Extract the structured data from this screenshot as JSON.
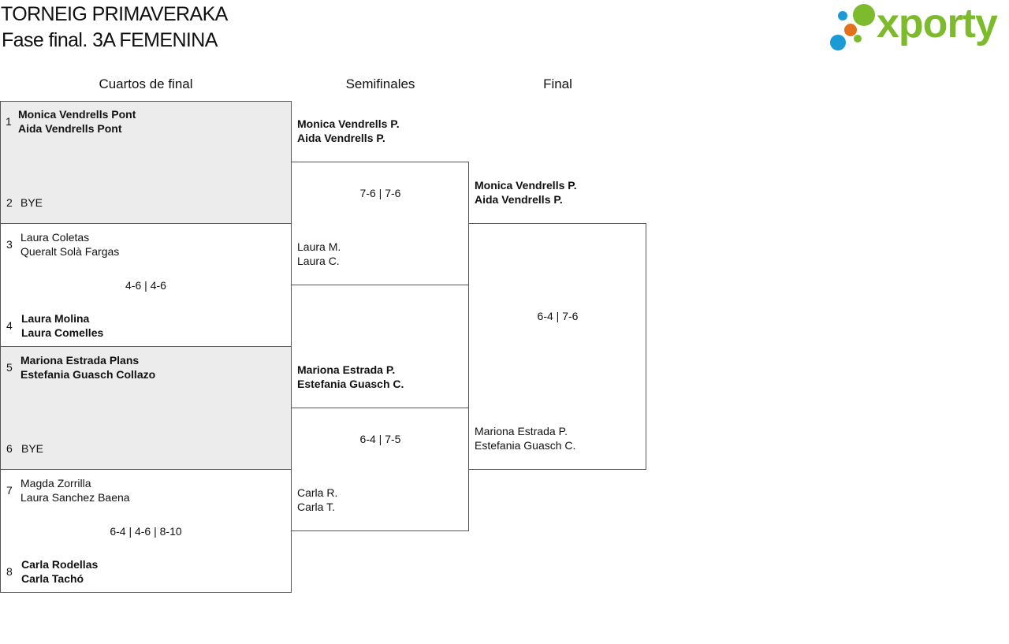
{
  "header": {
    "title": "TORNEIG PRIMAVERAKA",
    "subtitle": "Fase final. 3A FEMENINA",
    "logo_text": "xporty",
    "logo_colors": {
      "green": "#7dbb2d",
      "blue": "#1a9ad6",
      "orange": "#e2701c"
    }
  },
  "rounds": {
    "quarterfinals": "Cuartos de final",
    "semifinals": "Semifinales",
    "final": "Final"
  },
  "quarterfinals": [
    {
      "shaded": true,
      "seed_a": "1",
      "team_a": [
        "Monica Vendrells Pont",
        "Aida Vendrells Pont"
      ],
      "winner": "a",
      "seed_b": "2",
      "team_b": [
        "BYE"
      ],
      "score": ""
    },
    {
      "shaded": false,
      "seed_a": "3",
      "team_a": [
        "Laura Coletas",
        "Queralt Solà Fargas"
      ],
      "seed_b": "4",
      "team_b": [
        "Laura Molina",
        "Laura Comelles"
      ],
      "winner": "b",
      "score": "4-6 | 4-6"
    },
    {
      "shaded": true,
      "seed_a": "5",
      "team_a": [
        "Mariona Estrada Plans",
        "Estefania Guasch Collazo"
      ],
      "winner": "a",
      "seed_b": "6",
      "team_b": [
        "BYE"
      ],
      "score": ""
    },
    {
      "shaded": false,
      "seed_a": "7",
      "team_a": [
        "Magda Zorrilla",
        "Laura Sanchez Baena"
      ],
      "seed_b": "8",
      "team_b": [
        "Carla Rodellas",
        "Carla Tachó"
      ],
      "winner": "b",
      "score": "6-4 | 4-6 | 8-10"
    }
  ],
  "semifinals": [
    {
      "team_a": [
        "Monica Vendrells P.",
        "Aida Vendrells P."
      ],
      "winner": "a",
      "team_b": [
        "Laura M.",
        "Laura C."
      ],
      "score": "7-6 | 7-6"
    },
    {
      "team_a": [
        "Mariona Estrada P.",
        "Estefania Guasch C."
      ],
      "winner": "a",
      "team_b": [
        "Carla R.",
        "Carla T."
      ],
      "score": "6-4 | 7-5"
    }
  ],
  "final": {
    "team_a": [
      "Monica Vendrells P.",
      "Aida Vendrells P."
    ],
    "winner": "a",
    "team_b": [
      "Mariona Estrada P.",
      "Estefania Guasch C."
    ],
    "score": "6-4 | 7-6"
  }
}
